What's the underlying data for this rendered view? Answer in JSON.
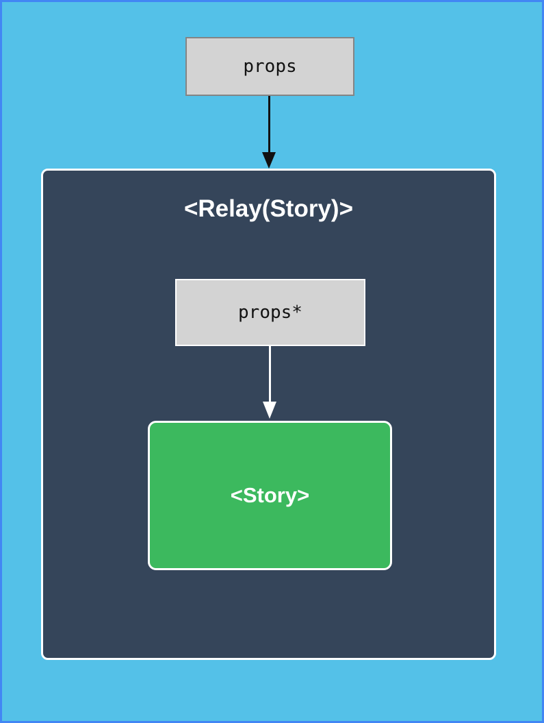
{
  "colors": {
    "canvas_bg": "#54c1e8",
    "canvas_border": "#4286f4",
    "container_bg": "#35455a",
    "container_border": "#ffffff",
    "node_gray_bg": "#d3d3d3",
    "node_gray_border": "#848484",
    "story_bg": "#3cb95e",
    "arrow_black": "#111111",
    "arrow_white": "#ffffff",
    "text_dark": "#111111",
    "text_light": "#ffffff"
  },
  "diagram": {
    "type": "component-data-flow",
    "outer_prop_node": {
      "label": "props"
    },
    "relay_container": {
      "title": "<Relay(Story)>"
    },
    "inner_prop_node": {
      "label": "props*"
    },
    "story_node": {
      "label": "<Story>"
    },
    "edges": [
      {
        "from": "props",
        "to": "<Relay(Story)>",
        "arrow_color": "black"
      },
      {
        "from": "props*",
        "to": "<Story>",
        "arrow_color": "white"
      }
    ]
  }
}
